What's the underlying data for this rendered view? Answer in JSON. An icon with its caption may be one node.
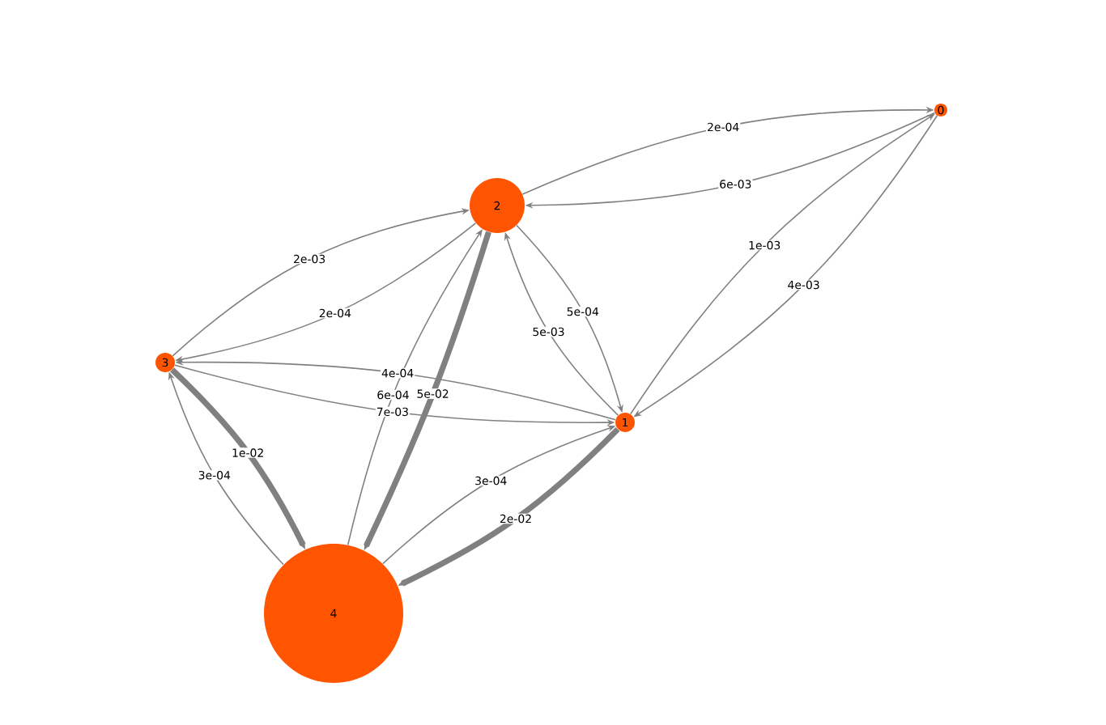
{
  "diagram": {
    "nodes": [
      {
        "text": [
          "0"
        ]
      },
      {
        "text": [
          "1"
        ]
      },
      {
        "text": [
          "2"
        ]
      },
      {
        "text": [
          "3"
        ]
      },
      {
        "text": [
          "4"
        ]
      }
    ],
    "edges": [
      {
        "from": 2,
        "to": 0,
        "arrow": "to",
        "label": "2e-04"
      },
      {
        "from": 0,
        "to": 2,
        "arrow": "to",
        "label": "6e-03"
      },
      {
        "from": 1,
        "to": 0,
        "arrow": "to",
        "label": "1e-03"
      },
      {
        "from": 0,
        "to": 1,
        "arrow": "to",
        "label": "4e-03"
      },
      {
        "from": 2,
        "to": 1,
        "arrow": "to",
        "label": "5e-04"
      },
      {
        "from": 1,
        "to": 2,
        "arrow": "to",
        "label": "5e-03"
      },
      {
        "from": 3,
        "to": 2,
        "arrow": "to",
        "label": "2e-03"
      },
      {
        "from": 2,
        "to": 3,
        "arrow": "to",
        "label": "2e-04"
      },
      {
        "from": 1,
        "to": 3,
        "arrow": "to",
        "label": "4e-04"
      },
      {
        "from": 3,
        "to": 1,
        "arrow": "to",
        "label": "7e-03"
      },
      {
        "from": 2,
        "to": 4,
        "arrow": "to",
        "label": "5e-02",
        "style": "thick"
      },
      {
        "from": 4,
        "to": 2,
        "arrow": "to",
        "label": "6e-04"
      },
      {
        "from": 3,
        "to": 4,
        "arrow": "to",
        "label": "1e-02",
        "style": "thick"
      },
      {
        "from": 4,
        "to": 3,
        "arrow": "to",
        "label": "3e-04"
      },
      {
        "from": 4,
        "to": 1,
        "arrow": "to",
        "label": "3e-04"
      },
      {
        "from": 1,
        "to": 4,
        "arrow": "to",
        "label": "2e-02",
        "style": "thick"
      }
    ]
  }
}
